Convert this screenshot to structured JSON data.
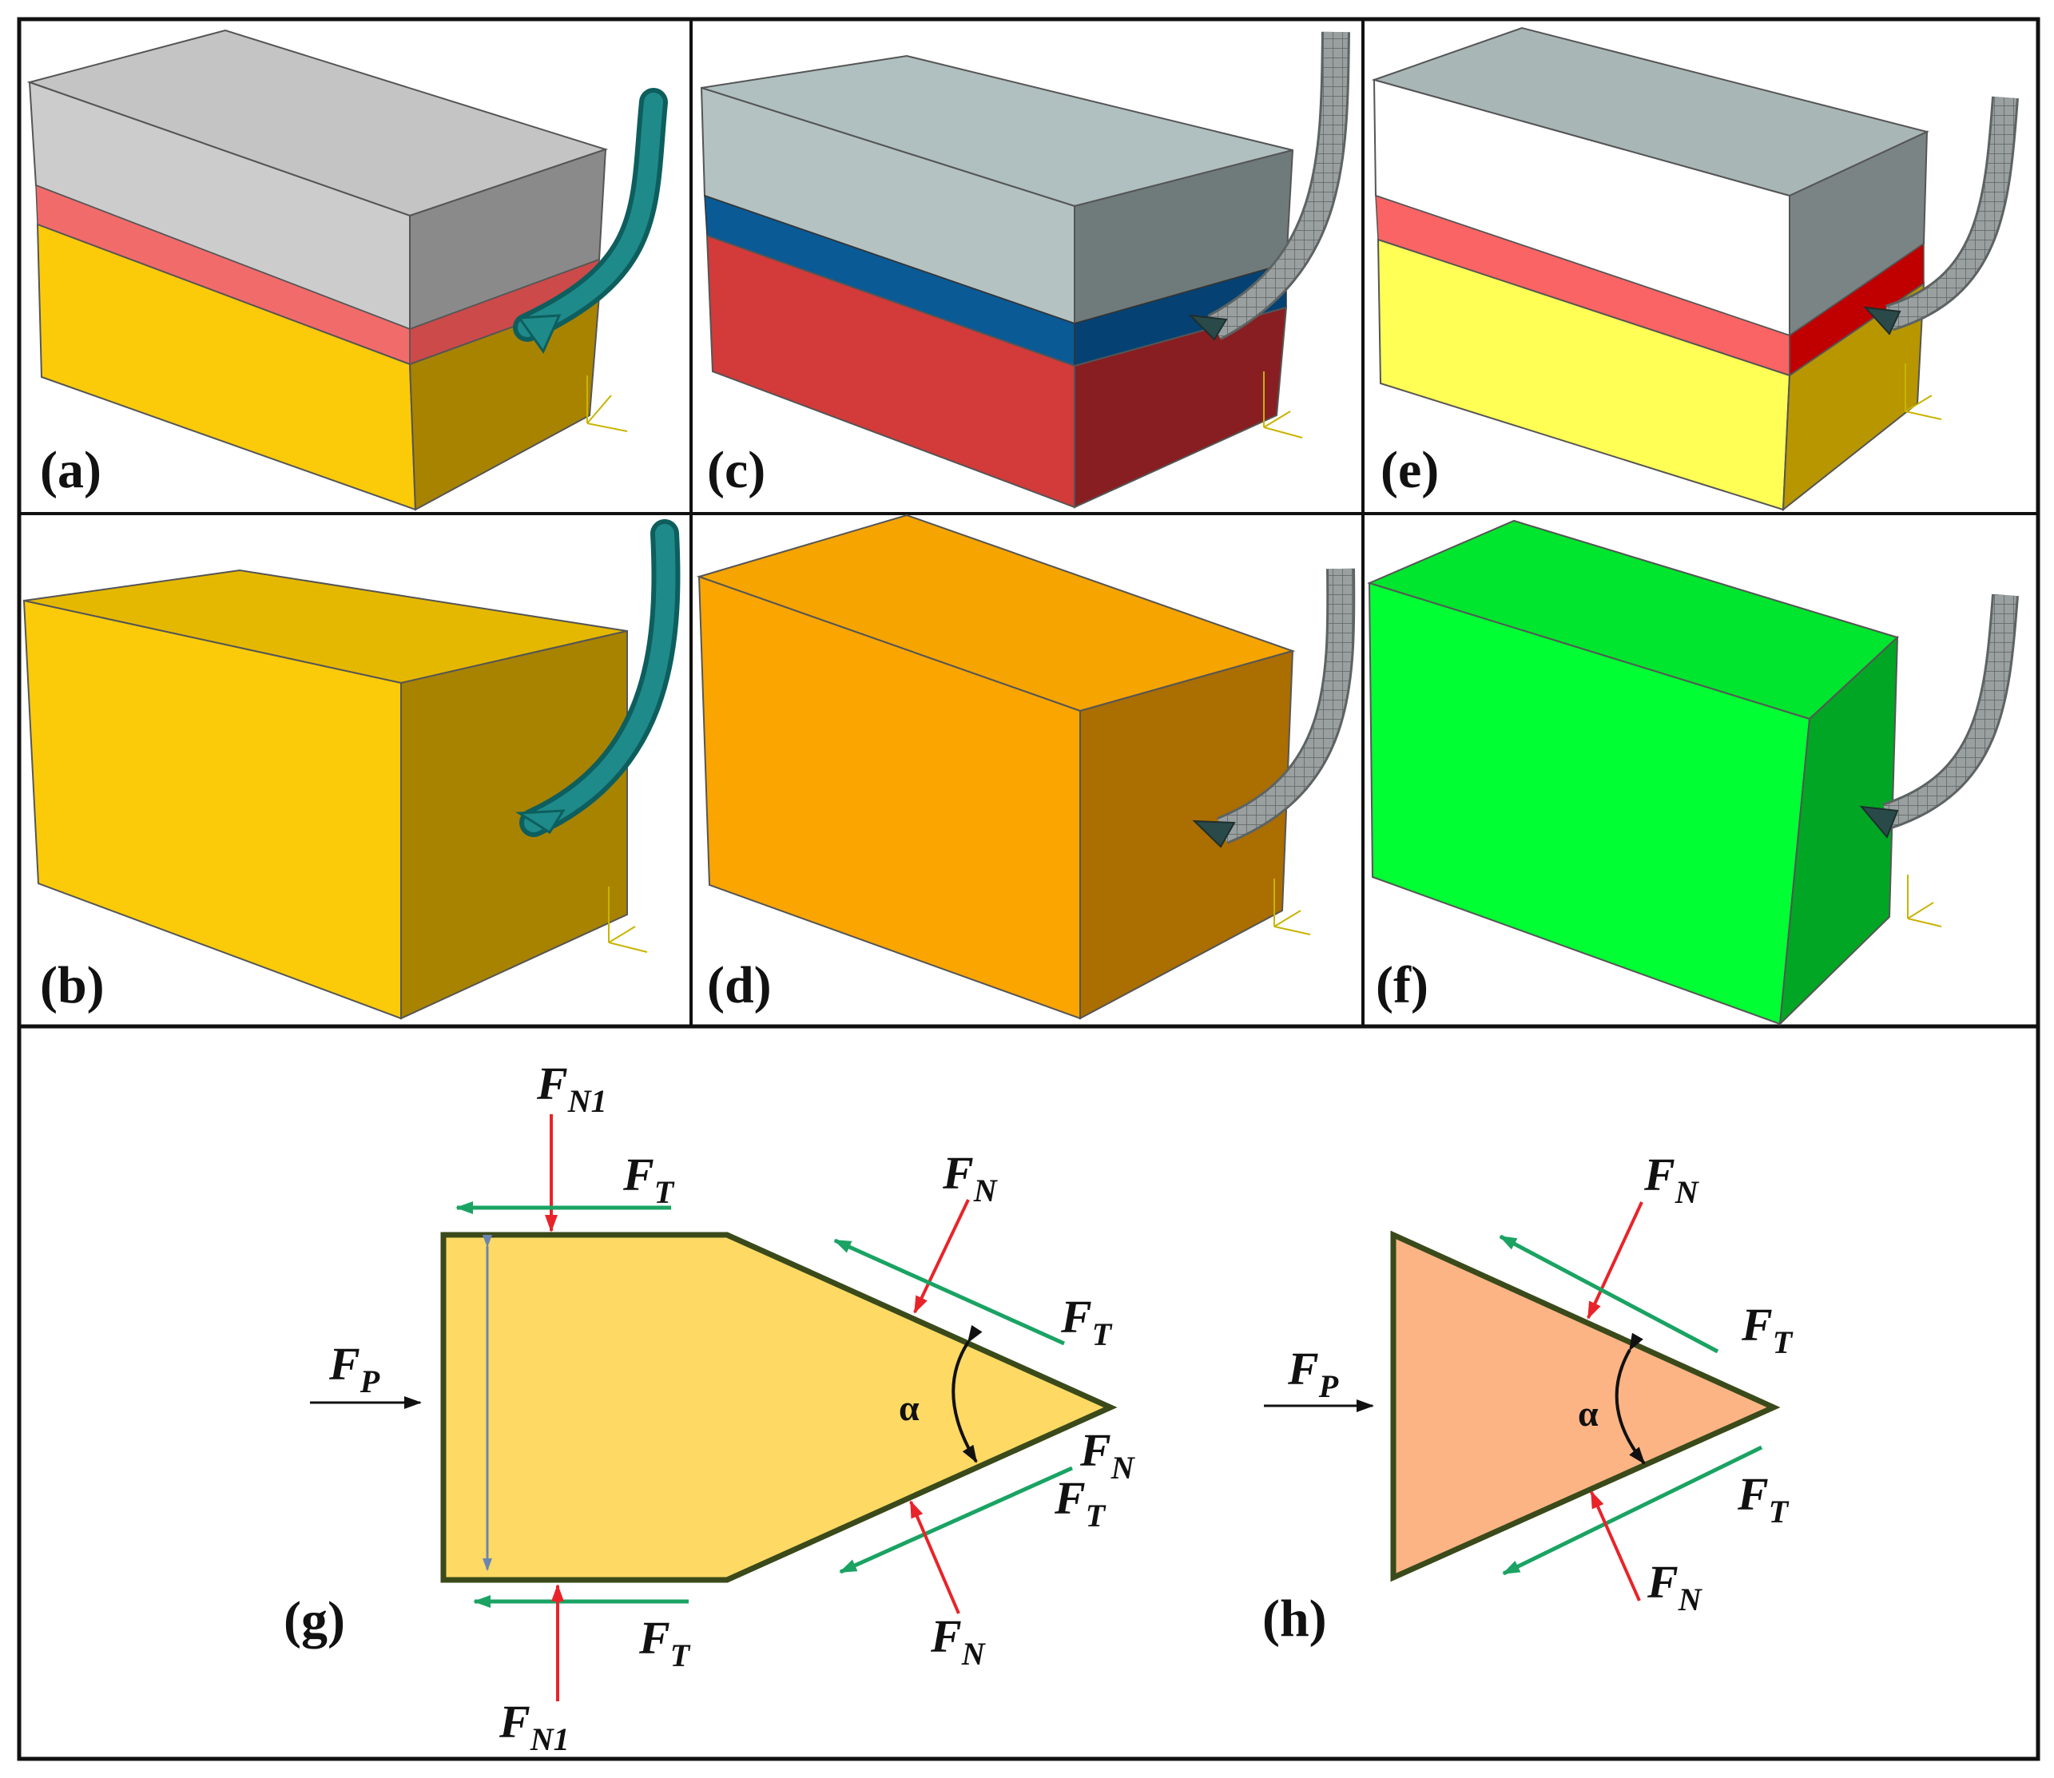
{
  "panels": {
    "a": {
      "label": "(a)",
      "layers": [
        "#c4c4c4",
        "#f26b6b",
        "#fbcb0a"
      ],
      "tool_color": "#1f8a8a"
    },
    "b": {
      "label": "(b)",
      "layers": [
        "#fbcb0a"
      ],
      "tool_color": "#1f8a8a"
    },
    "c": {
      "label": "(c)",
      "layers": [
        "#b4c2c2",
        "#0a5a96",
        "#d33a3a"
      ],
      "tool_color": "#8e9494"
    },
    "d": {
      "label": "(d)",
      "layers": [
        "#fba501"
      ],
      "tool_color": "#8e9494"
    },
    "e": {
      "label": "(e)",
      "layers": [
        "#ffffff",
        "#fb6464",
        "#ffff55"
      ],
      "tool_color": "#8e9494"
    },
    "f": {
      "label": "(f)",
      "layers": [
        "#00ff33"
      ],
      "tool_color": "#8e9494"
    }
  },
  "diagram_g": {
    "label": "(g)",
    "fill": "#fed964",
    "forces": {
      "FN1_top": {
        "main": "F",
        "sub": "N1"
      },
      "FT_top": {
        "main": "F",
        "sub": "T"
      },
      "FN_upper": {
        "main": "F",
        "sub": "N"
      },
      "FT_upper": {
        "main": "F",
        "sub": "T"
      },
      "FP": {
        "main": "F",
        "sub": "P"
      },
      "alpha": "α",
      "FN_mid": {
        "main": "F",
        "sub": "N"
      },
      "FT_mid": {
        "main": "F",
        "sub": "T"
      },
      "FN_lower": {
        "main": "F",
        "sub": "N"
      },
      "FT_bottom": {
        "main": "F",
        "sub": "T"
      },
      "FN1_bottom": {
        "main": "F",
        "sub": "N1"
      }
    }
  },
  "diagram_h": {
    "label": "(h)",
    "fill": "#fdb485",
    "forces": {
      "FN_upper": {
        "main": "F",
        "sub": "N"
      },
      "FT_upper": {
        "main": "F",
        "sub": "T"
      },
      "FP": {
        "main": "F",
        "sub": "P"
      },
      "alpha": "α",
      "FT_lower": {
        "main": "F",
        "sub": "T"
      },
      "FN_lower": {
        "main": "F",
        "sub": "N"
      }
    }
  },
  "colors": {
    "normal_force": "#e8242a",
    "tangential_force": "#1aa363",
    "push_force": "#111111",
    "outline": "#3a4a1a"
  }
}
